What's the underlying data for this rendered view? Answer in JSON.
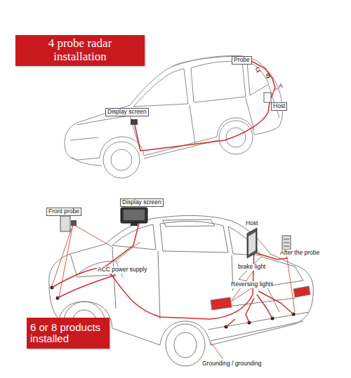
{
  "diagram": {
    "nodes": [
      {
        "text": [
          "4 probe radar installation"
        ]
      },
      {
        "text": [
          "6 or 8 products installed"
        ]
      }
    ],
    "labels": [
      "Probe",
      "C",
      "B",
      "A",
      "Host",
      "Display screen",
      "Display screen",
      "Front probe",
      "Host",
      "After the probe",
      "ACC power supply",
      "brake light",
      "Reversing lights",
      "Grounding / grounding"
    ]
  }
}
